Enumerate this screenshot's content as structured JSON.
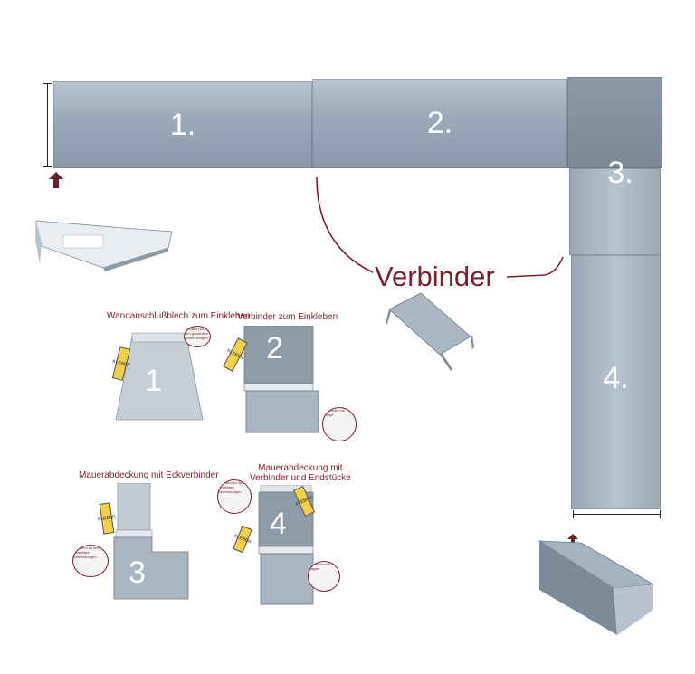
{
  "top_panels": [
    {
      "label": "1."
    },
    {
      "label": "2."
    },
    {
      "label": "3."
    },
    {
      "label": "4."
    }
  ],
  "connector_label": "Verbinder",
  "steps": [
    {
      "caption": "Wandanschlußblech zum Einkleben",
      "number": "1",
      "callout": "Passend zu den gewählten Abmessungen"
    },
    {
      "caption": "Verbinder zum Einkleben",
      "number": "2",
      "callout": "Verbinder mit Kappe"
    },
    {
      "caption": "Mauerabdeckung mit Eckverbinder",
      "number": "3",
      "callout": "Passend zu den gewählten Abmessungen"
    },
    {
      "caption_line1": "Mauerabdeckung mit",
      "caption_line2": "Verbinder und Endstücke",
      "number": "4",
      "callout_a": "Passend zu den gewählten Abmessungen",
      "callout_b": "Verbinder mit Kappe"
    }
  ],
  "tube_label": "KLEBER",
  "colors": {
    "accent": "#7a1f2e",
    "metal": "#9aa9b7"
  }
}
